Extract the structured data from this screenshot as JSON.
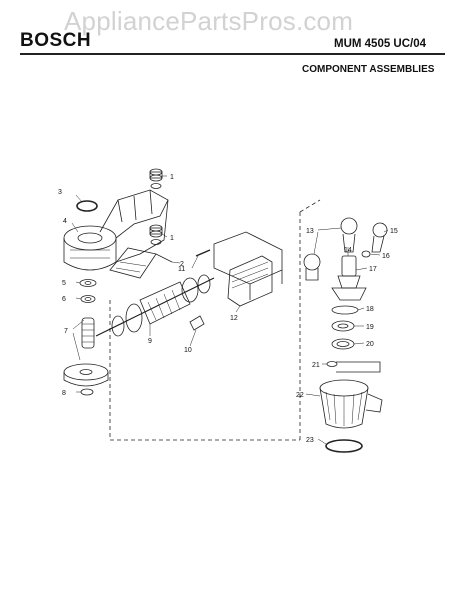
{
  "watermark": "AppliancePartsPros.com",
  "brand": "BOSCH",
  "model": "MUM 4505 UC/04",
  "subtitle": "COMPONENT ASSEMBLIES",
  "callouts": [
    "1",
    "1",
    "2",
    "3",
    "4",
    "5",
    "6",
    "7",
    "8",
    "9",
    "10",
    "11",
    "12",
    "13",
    "14",
    "15",
    "16",
    "17",
    "18",
    "19",
    "20",
    "21",
    "22",
    "23"
  ]
}
